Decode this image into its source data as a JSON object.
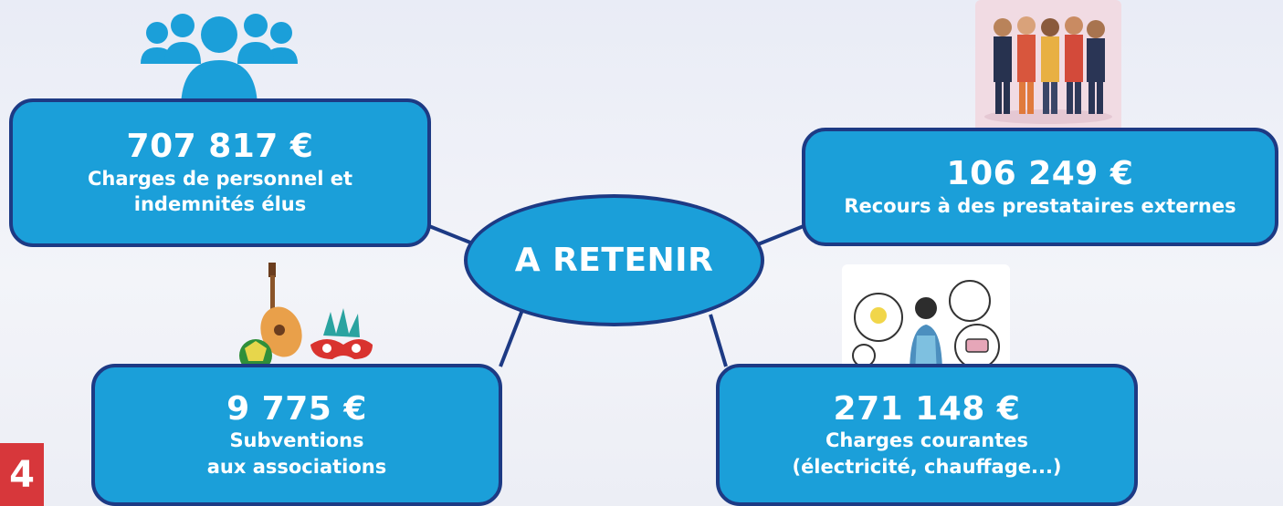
{
  "center": {
    "label": "A RETENIR"
  },
  "boxes": {
    "personnel": {
      "amount": "707 817 €",
      "line1": "Charges de personnel et",
      "line2": "indemnités élus"
    },
    "prestataires": {
      "amount": "106 249 €",
      "line1": "Recours à des prestataires externes"
    },
    "subventions": {
      "amount": "9 775 €",
      "line1": "Subventions",
      "line2": "aux associations"
    },
    "charges": {
      "amount": "271 148 €",
      "line1": "Charges courantes",
      "line2": "(électricité, chauffage...)"
    }
  },
  "page": {
    "number": "4"
  },
  "icons": {
    "personnel": "people-group-icon",
    "prestataires": "workers-illustration-icon",
    "subventions": "guitar-football-mask-icon",
    "charges": "household-utilities-icon"
  },
  "colors": {
    "box_fill": "#1b9fd9",
    "box_border": "#1d3a84",
    "page_badge": "#d7373b"
  }
}
